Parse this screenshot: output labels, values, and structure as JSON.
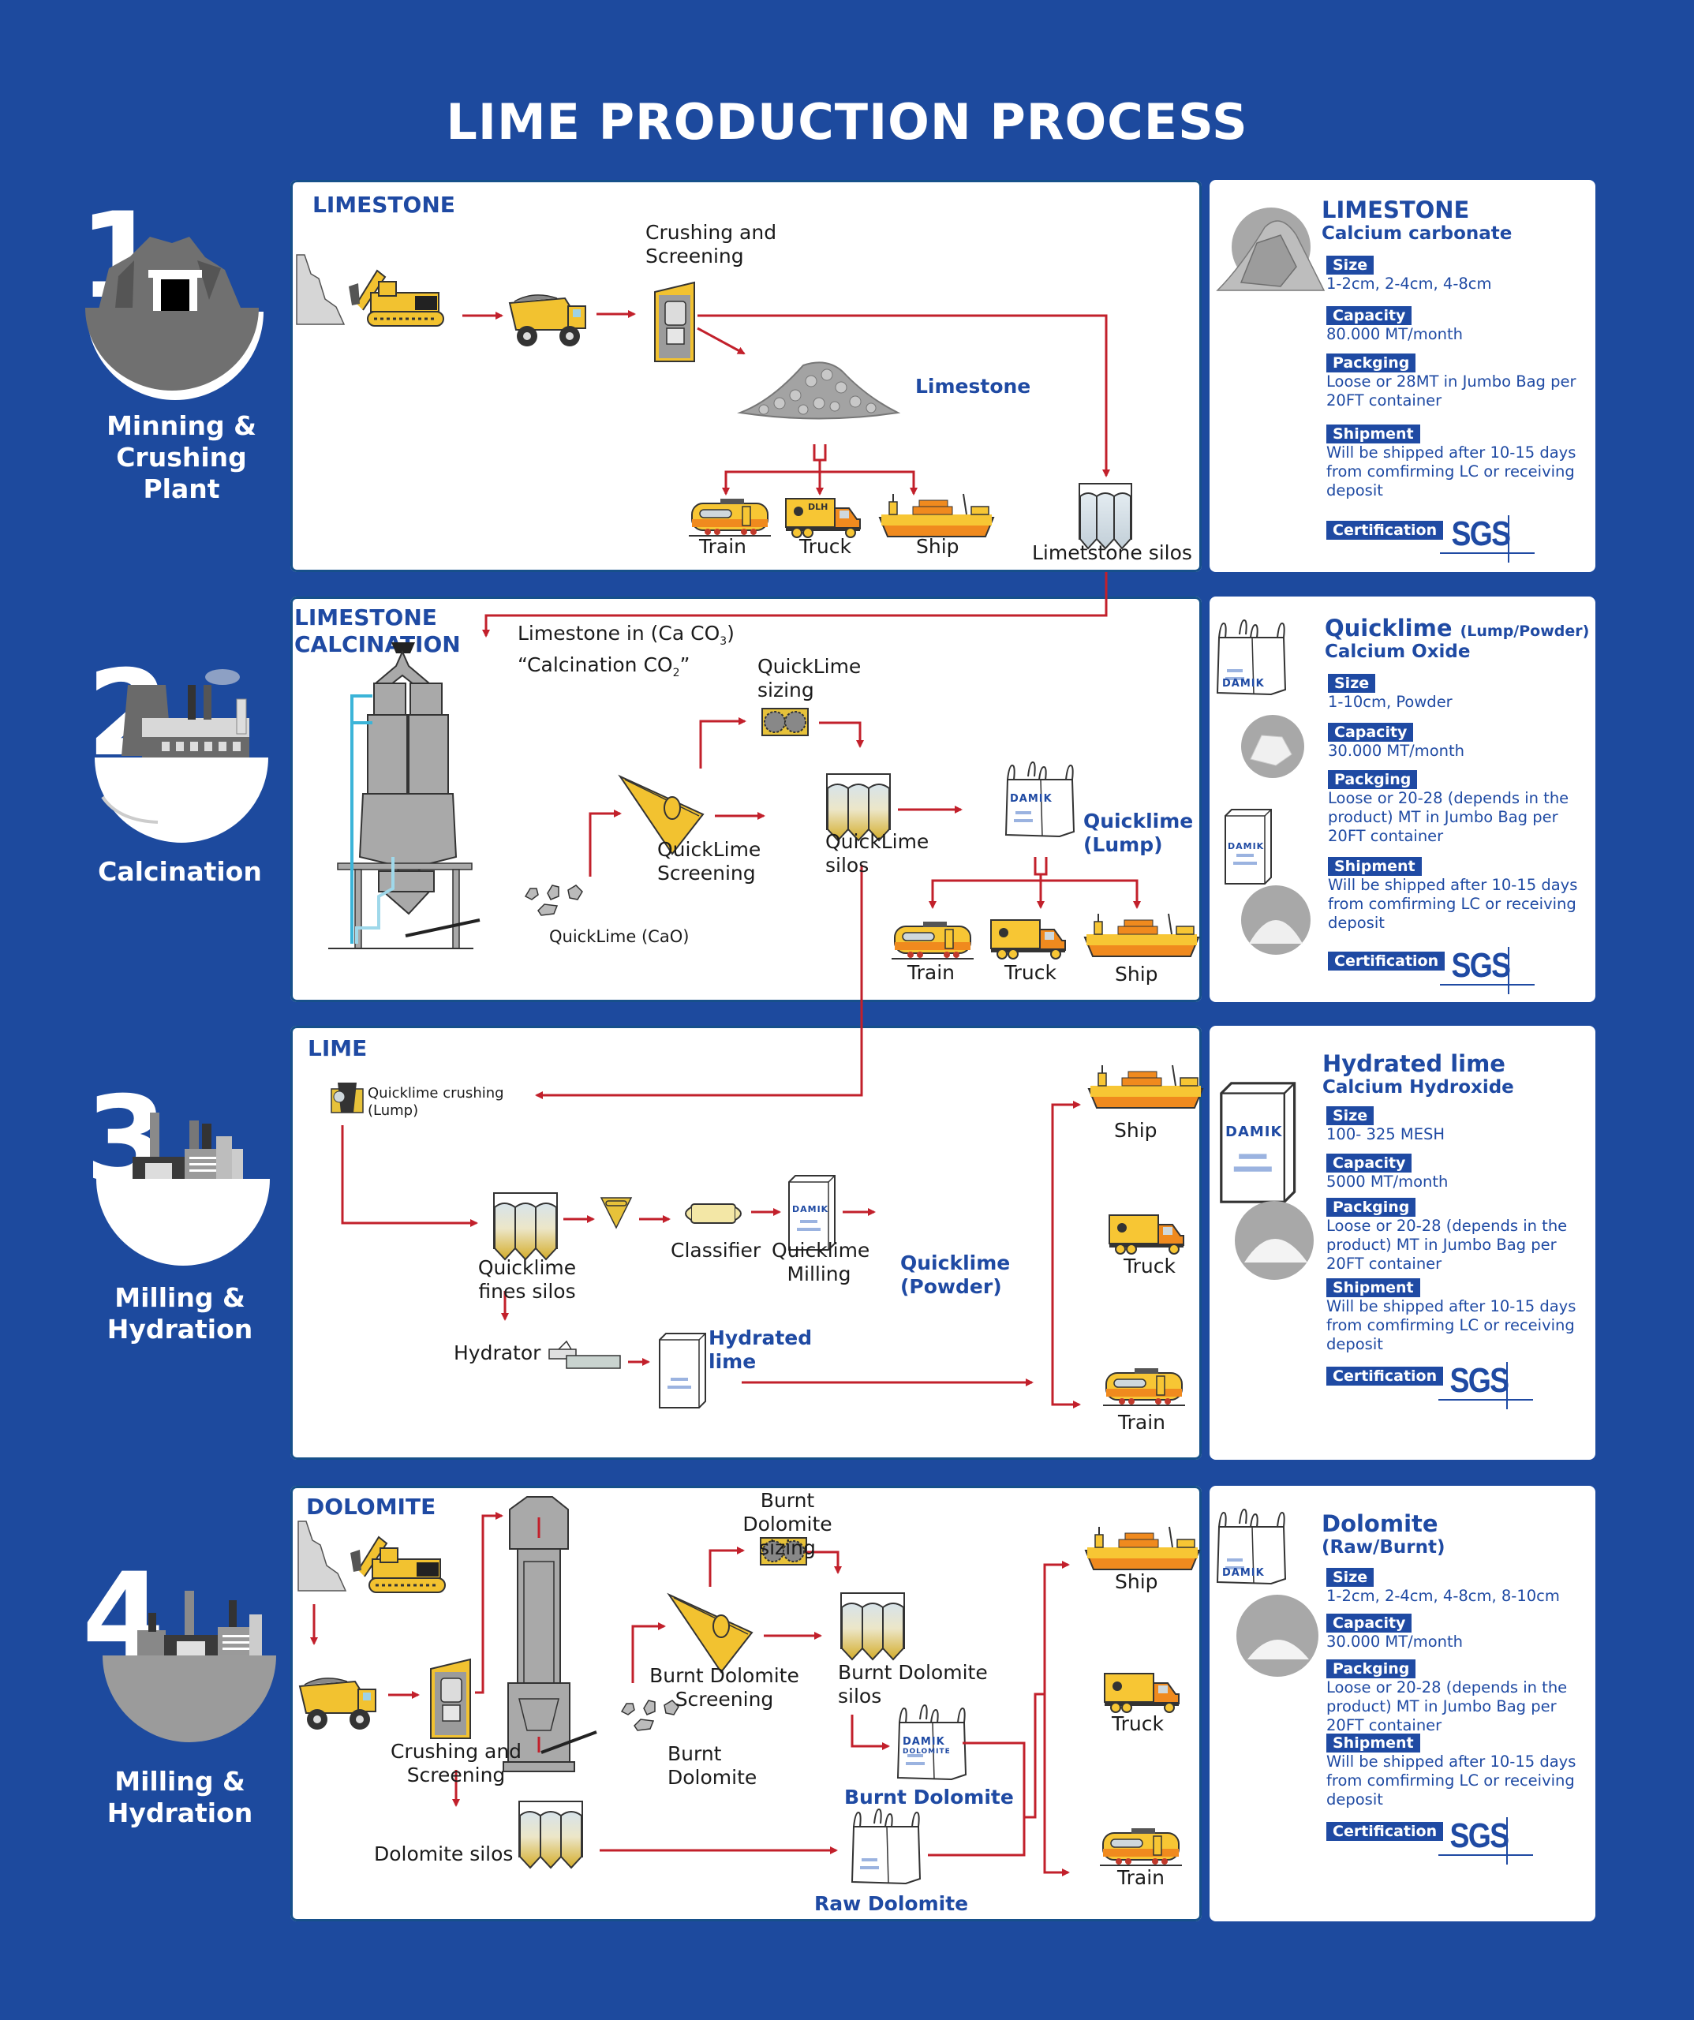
{
  "title": "LIME PRODUCTION PROCESS",
  "colors": {
    "background": "#1d4a9e",
    "accent_blue": "#1f4aa3",
    "arrow_red": "#c2202b",
    "equipment_yellow": "#f2c230",
    "equipment_gray": "#9a9a9a"
  },
  "steps": [
    {
      "number": "1",
      "label_lines": [
        "Minning &",
        "Crushing",
        "Plant"
      ],
      "icon": "mine-icon"
    },
    {
      "number": "2",
      "label_lines": [
        "Calcination"
      ],
      "icon": "factory-icon"
    },
    {
      "number": "3",
      "label_lines": [
        "Milling &",
        "Hydration"
      ],
      "icon": "plant-icon"
    },
    {
      "number": "4",
      "label_lines": [
        "Milling &",
        "Hydration"
      ],
      "icon": "industrial-plant-icon"
    }
  ],
  "sections": {
    "limestone": {
      "title": "LIMESTONE",
      "crushing_label": [
        "Crushing and",
        "Screening"
      ],
      "product_label": "Limestone",
      "transport": [
        "Train",
        "Truck",
        "Ship"
      ],
      "silos_label": "Limetstone silos"
    },
    "calcination": {
      "title_lines": [
        "LIMESTONE",
        "CALCINATION"
      ],
      "input_line1_prefix": "Limestone in (Ca CO",
      "input_line1_sub": "3",
      "input_line1_suffix": ")",
      "input_line2_prefix": "“Calcination CO",
      "input_line2_sub": "2",
      "input_line2_suffix": "”",
      "sizing_label": [
        "QuickLime",
        "sizing"
      ],
      "screening_label": [
        "QuickLime",
        "Screening"
      ],
      "silos_label": [
        "QuickLime",
        "silos"
      ],
      "output_label": "QuickLime (CaO)",
      "product_label": [
        "Quicklime",
        "(Lump)"
      ],
      "bag_brand": "DAMIK",
      "transport": [
        "Train",
        "Truck",
        "Ship"
      ]
    },
    "lime": {
      "title": "LIME",
      "crushing_label": [
        "Quicklime crushing",
        "(Lump)"
      ],
      "fines_silos_label": [
        "Quicklime",
        "fines silos"
      ],
      "classifier_label": "Classifier",
      "milling_label": [
        "Quicklime",
        "Milling"
      ],
      "powder_label": [
        "Quicklime",
        "(Powder)"
      ],
      "hydrator_label": "Hydrator",
      "hydrated_label": [
        "Hydrated",
        "lime"
      ],
      "bag_brand": "DAMIK",
      "transport": [
        "Ship",
        "Truck",
        "Train"
      ]
    },
    "dolomite": {
      "title": "DOLOMITE",
      "sizing_label": [
        "Burnt Dolomite",
        "sizing"
      ],
      "crushing_label": [
        "Crushing and",
        "Screening"
      ],
      "screening_label": [
        "Burnt Dolomite",
        "Screening"
      ],
      "burnt_silos_label": [
        "Burnt Dolomite",
        "silos"
      ],
      "kiln_output_label": [
        "Burnt",
        "Dolomite"
      ],
      "silos_label": "Dolomite silos",
      "burnt_product_label": "Burnt Dolomite",
      "raw_product_label": "Raw Dolomite",
      "bag_brand": "DAMIK",
      "bag_sub": "DOLOMITE",
      "transport": [
        "Ship",
        "Truck",
        "Train"
      ]
    }
  },
  "info_cards": [
    {
      "title": "LIMESTONE",
      "title_suffix": "",
      "subtitle": "Calcium carbonate",
      "size_label": "Size",
      "size": "1-2cm, 2-4cm, 4-8cm",
      "capacity_label": "Capacity",
      "capacity": "80.000 MT/month",
      "packaging_label": "Packging",
      "packaging": "Loose or 28MT in Jumbo Bag per 20FT container",
      "shipment_label": "Shipment",
      "shipment": "Will be shipped after 10-15 days from comfirming LC or receiving deposit",
      "certification_label": "Certification",
      "certification": "SGS"
    },
    {
      "title": "Quicklime",
      "title_suffix": "(Lump/Powder)",
      "subtitle": "Calcium Oxide",
      "size_label": "Size",
      "size": "1-10cm, Powder",
      "capacity_label": "Capacity",
      "capacity": "30.000 MT/month",
      "packaging_label": "Packging",
      "packaging": "Loose or 20-28 (depends in the product) MT in Jumbo Bag per 20FT container",
      "shipment_label": "Shipment",
      "shipment": "Will be shipped after 10-15 days from comfirming LC or receiving deposit",
      "certification_label": "Certification",
      "certification": "SGS",
      "bag_brand": "DAMIK"
    },
    {
      "title": "Hydrated lime",
      "title_suffix": "",
      "subtitle": "Calcium Hydroxide",
      "size_label": "Size",
      "size": "100- 325 MESH",
      "capacity_label": "Capacity",
      "capacity": "5000 MT/month",
      "packaging_label": "Packging",
      "packaging": "Loose or 20-28 (depends in the product) MT in Jumbo Bag per 20FT container",
      "shipment_label": "Shipment",
      "shipment": "Will be shipped after 10-15 days from comfirming LC or receiving deposit",
      "certification_label": "Certification",
      "certification": "SGS",
      "bag_brand": "DAMIK"
    },
    {
      "title": "Dolomite",
      "title_suffix": "",
      "subtitle": "(Raw/Burnt)",
      "size_label": "Size",
      "size": "1-2cm, 2-4cm, 4-8cm, 8-10cm",
      "capacity_label": "Capacity",
      "capacity": "30.000 MT/month",
      "packaging_label": "Packging",
      "packaging": "Loose or 20-28 (depends in the product) MT in Jumbo Bag per 20FT container",
      "shipment_label": "Shipment",
      "shipment": "Will be shipped after 10-15 days from comfirming LC or receiving deposit",
      "certification_label": "Certification",
      "certification": "SGS",
      "bag_brand": "DAMIK"
    }
  ],
  "vehicle_brand": "DLH"
}
